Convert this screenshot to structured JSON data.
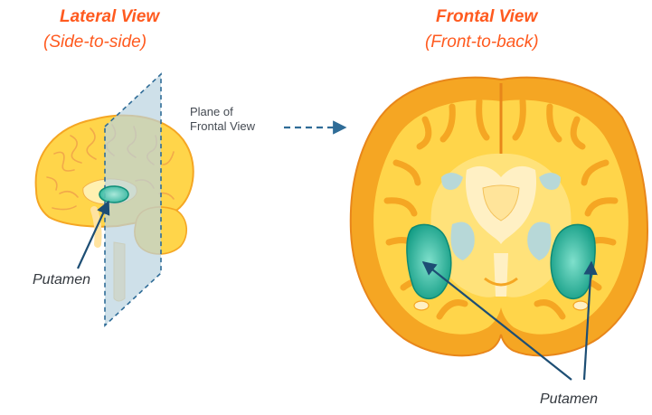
{
  "lateral_view": {
    "title": "Lateral View",
    "subtitle": "(Side-to-side)",
    "label": "Putamen"
  },
  "frontal_view": {
    "title": "Frontal View",
    "subtitle": "(Front-to-back)",
    "label": "Putamen"
  },
  "plane_caption": {
    "line1": "Plane of",
    "line2": "Frontal View"
  },
  "colors": {
    "title_accent": "#ff5a1f",
    "brain_outer": "#f5a623",
    "brain_fill": "#ffd54a",
    "putamen_teal": "#16a58f",
    "arrow_navy": "#1d4e74",
    "plane_blue": "#b9d3e0"
  }
}
